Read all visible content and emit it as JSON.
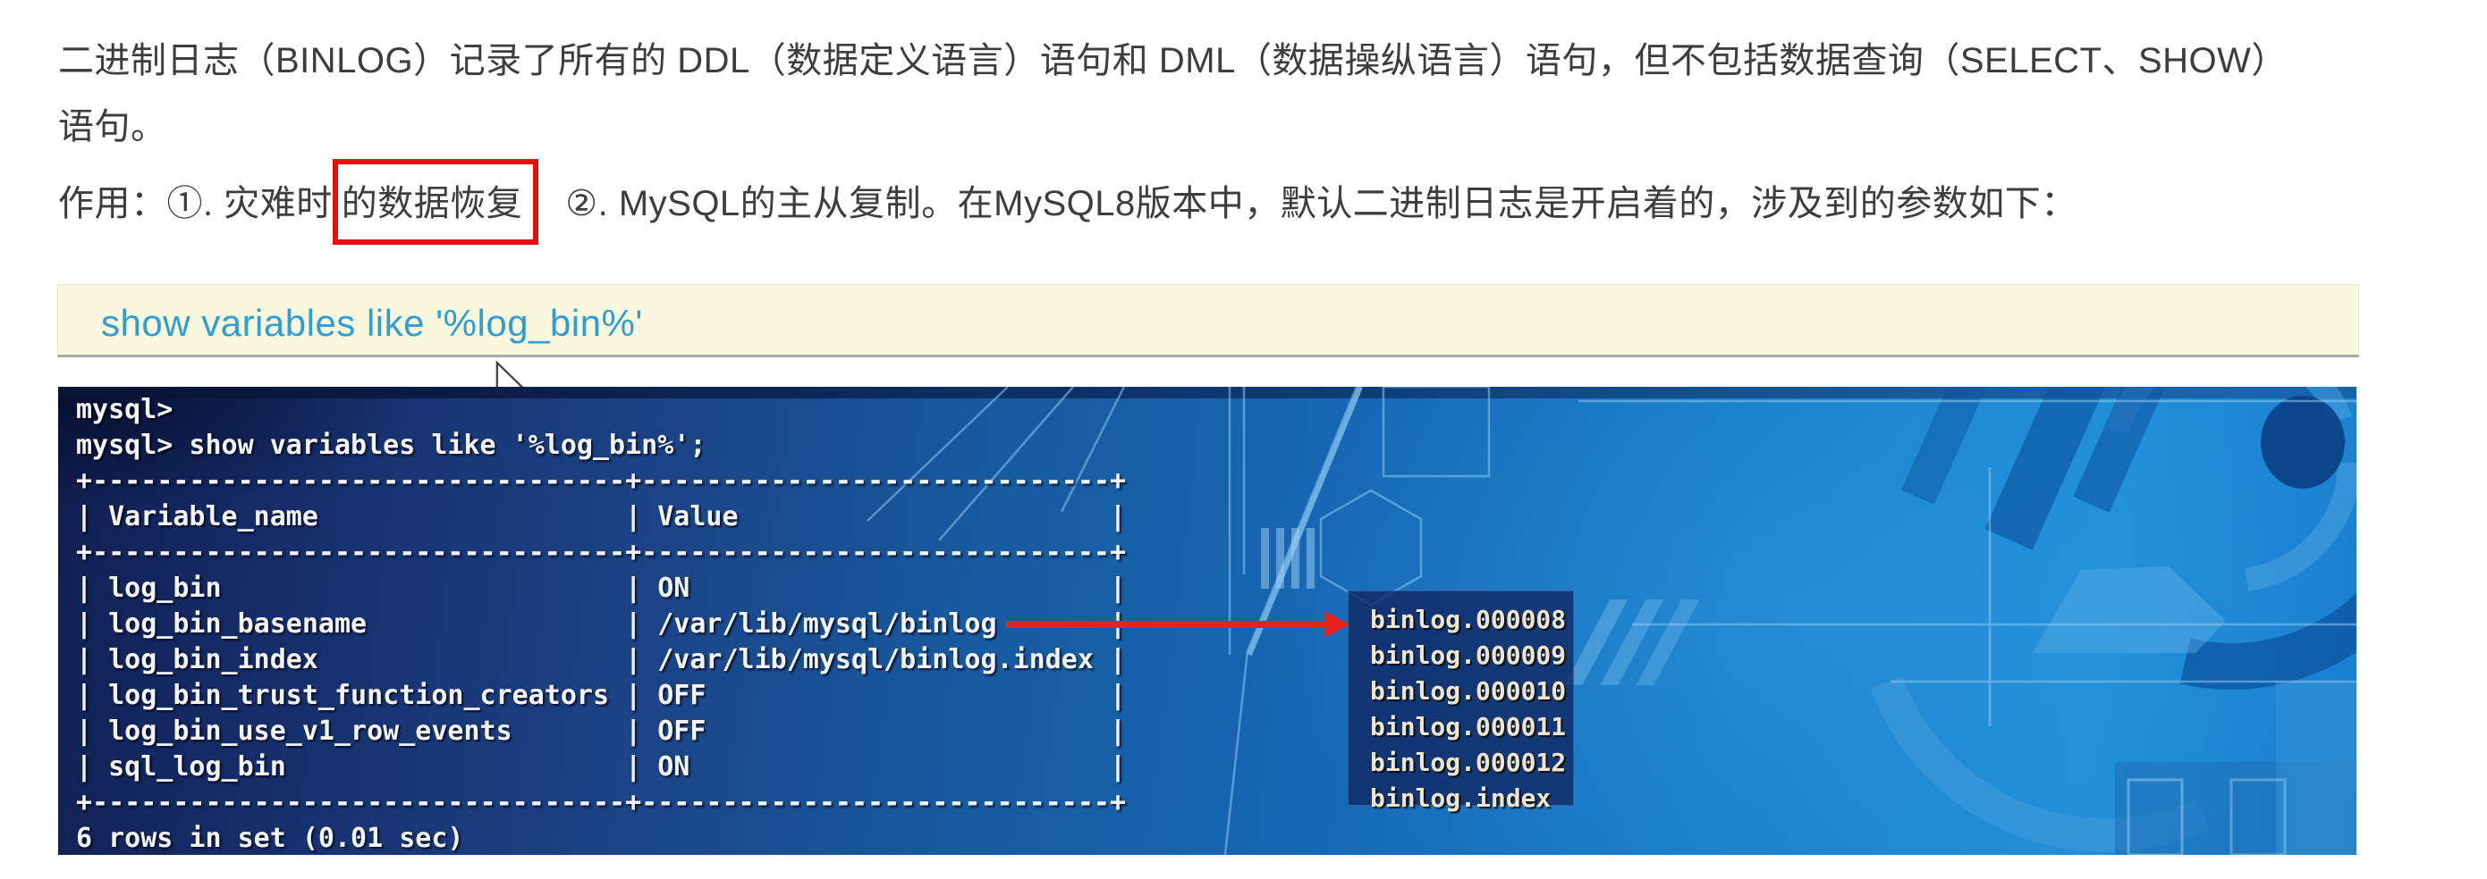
{
  "article": {
    "intro_line1": "二进制日志（BINLOG）记录了所有的 DDL（数据定义语言）语句和 DML（数据操纵语言）语句，但不包括数据查询（SELECT、SHOW）",
    "intro_line2": "语句。",
    "usage_prefix": "作用：①. 灾难时",
    "usage_boxed": "的数据恢复",
    "usage_rest": "②. MySQL的主从复制。在MySQL8版本中，默认二进制日志是开启着的，涉及到的参数如下："
  },
  "code_block": {
    "code": "show variables like '%log_bin%'",
    "bg_color": "#fbf7dc",
    "text_color": "#2d9ed6"
  },
  "terminal": {
    "prompt_line": "mysql>",
    "command_line": "mysql> show variables like '%log_bin%';",
    "result_table": {
      "headers": [
        "Variable_name",
        "Value"
      ],
      "rows": [
        [
          "log_bin",
          "ON"
        ],
        [
          "log_bin_basename",
          "/var/lib/mysql/binlog"
        ],
        [
          "log_bin_index",
          "/var/lib/mysql/binlog.index"
        ],
        [
          "log_bin_trust_function_creators",
          "OFF"
        ],
        [
          "log_bin_use_v1_row_events",
          "OFF"
        ],
        [
          "sql_log_bin",
          "ON"
        ]
      ]
    },
    "status_line": "6 rows in set (0.01 sec)"
  },
  "binlog_overlay": {
    "files": [
      "binlog.000008",
      "binlog.000009",
      "binlog.000010",
      "binlog.000011",
      "binlog.000012",
      "binlog.index"
    ]
  },
  "colors": {
    "body_text": "#3d3d3d",
    "highlight_red": "#e8100c",
    "arrow_red": "#e8211c",
    "terminal_text": "#f4f4f4",
    "terminal_blue_dark": "#101f52",
    "terminal_blue_bright": "#1f8ed9"
  },
  "icons": {
    "mouse_cursor": "arrow-pointer"
  }
}
